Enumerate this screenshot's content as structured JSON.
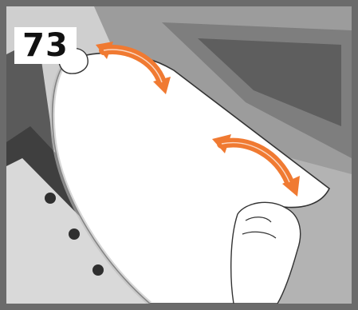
{
  "step": {
    "number": "73"
  },
  "illustration": {
    "subject": "hands-guiding-paper-roll",
    "arrow_color": "#f07a32",
    "arrow_count": 2,
    "icons": [
      "curved-double-arrow-icon",
      "curved-double-arrow-icon"
    ]
  },
  "colors": {
    "frame": "#6b6b6b",
    "paper": "#ffffff",
    "accent": "#f07a32"
  }
}
